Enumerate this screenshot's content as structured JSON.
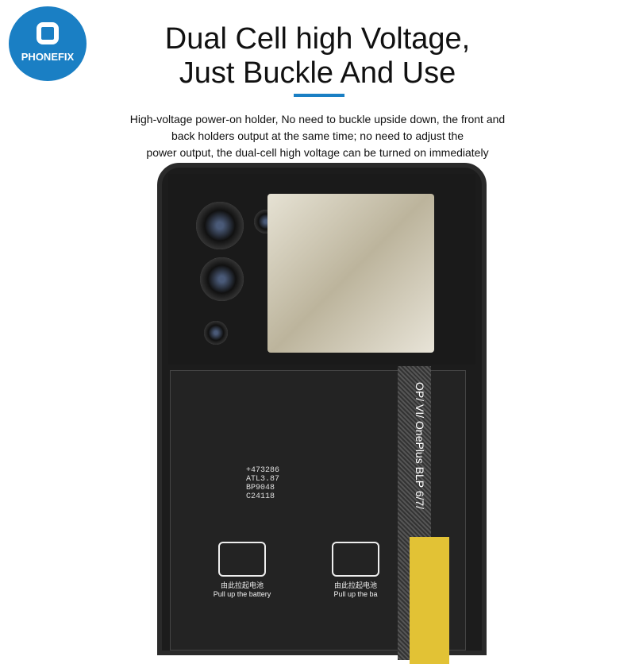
{
  "logo": {
    "text": "PHONEFIX"
  },
  "header": {
    "title_line1": "Dual Cell high Voltage,",
    "title_line2": "Just Buckle And Use"
  },
  "description": {
    "line1": "High-voltage power-on holder, No need to buckle upside down, the front and",
    "line2": "back holders output at the same time; no need to adjust the",
    "line3": "power output, the dual-cell high voltage can be turned on immediately"
  },
  "battery": {
    "code_lines": [
      "+473286",
      "ATL3.87",
      "BP9048",
      "C24118"
    ],
    "pull_cn": "由此拉起电池",
    "pull_en": "Pull up the battery",
    "pull_en_partial": "Pull up the ba"
  },
  "flex_cable": {
    "label": "OP/ VI/ OnePlus BLP 6/7/"
  }
}
